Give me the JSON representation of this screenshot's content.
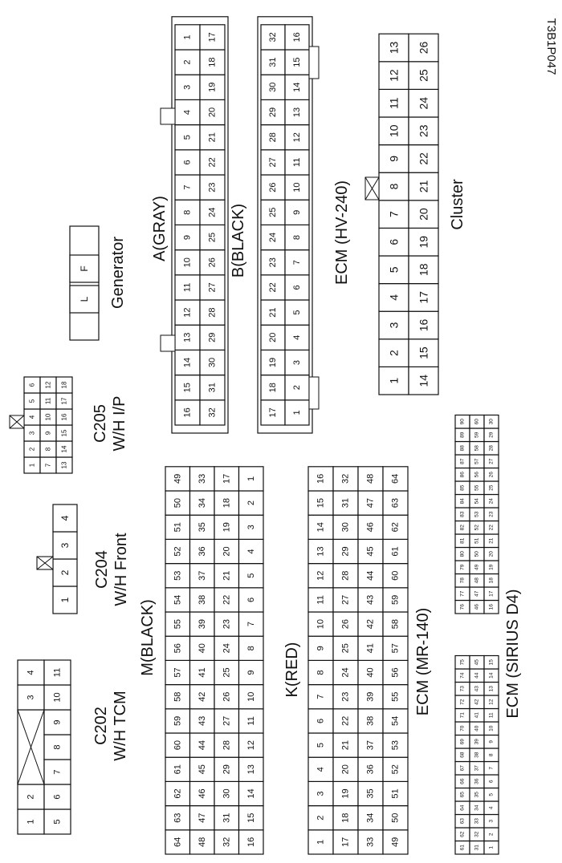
{
  "figure_code": "T3B1P047",
  "connectors": {
    "c202": {
      "code": "C202",
      "name": "W/H TCM",
      "rows": [
        [
          "1",
          "2",
          "",
          "",
          "3",
          "4"
        ],
        [
          "5",
          "6",
          "7",
          "8",
          "9",
          "10",
          "11"
        ]
      ]
    },
    "c204": {
      "code": "C204",
      "name": "W/H Front",
      "pins": [
        "1",
        "2",
        "3",
        "4"
      ]
    },
    "c205": {
      "code": "C205",
      "name": "W/H I/P",
      "rows": [
        [
          "1",
          "2",
          "3",
          "4",
          "5",
          "6"
        ],
        [
          "7",
          "8",
          "9",
          "10",
          "11",
          "12"
        ],
        [
          "13",
          "14",
          "15",
          "16",
          "17",
          "18"
        ]
      ]
    },
    "generator": {
      "name": "Generator",
      "pins": [
        "L",
        "F"
      ]
    },
    "m_black": {
      "name": "M(BLACK)"
    },
    "k_red": {
      "name": "K(RED)"
    },
    "ecm_mr140": {
      "name": "ECM (MR-140)"
    },
    "a_gray": {
      "name": "A(GRAY)"
    },
    "b_black": {
      "name": "B(BLACK)"
    },
    "ecm_hv240": {
      "name": "ECM (HV-240)"
    },
    "cluster": {
      "name": "Cluster",
      "rows": [
        [
          "1",
          "2",
          "3",
          "4",
          "5",
          "6",
          "7",
          "8",
          "9",
          "10",
          "11",
          "12",
          "13"
        ],
        [
          "14",
          "15",
          "16",
          "17",
          "18",
          "19",
          "20",
          "21",
          "22",
          "23",
          "24",
          "25",
          "26"
        ]
      ]
    },
    "ecm_sirius": {
      "name": "ECM (SIRIUS D4)"
    }
  }
}
